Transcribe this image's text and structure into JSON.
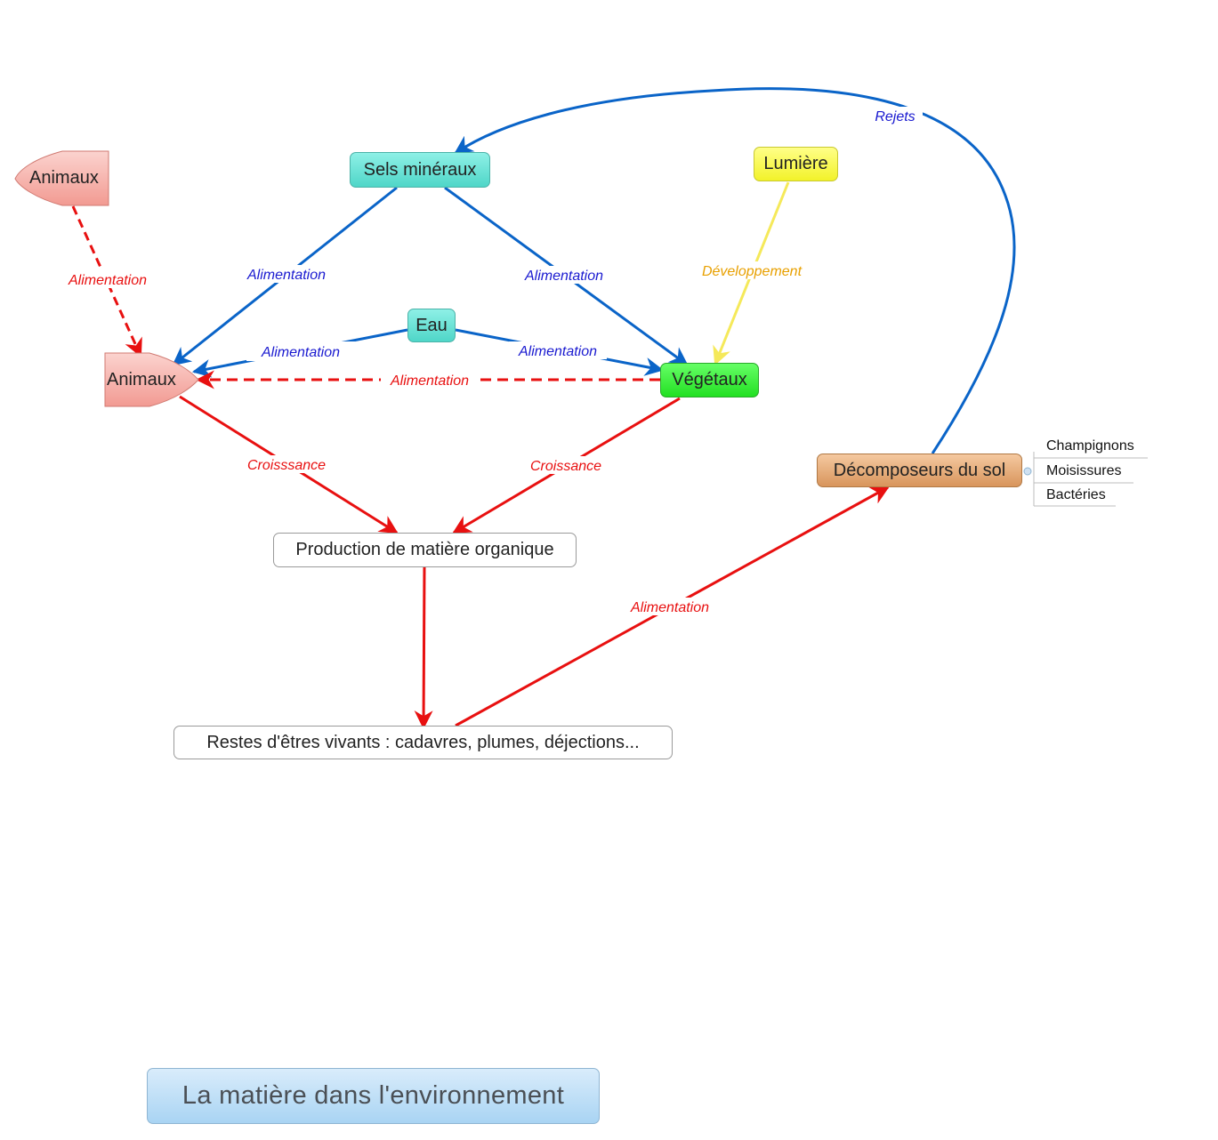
{
  "title": "La matière dans l'environnement",
  "nodes": {
    "animaux_top": "Animaux",
    "animaux_main": "Animaux",
    "sels": "Sels minéraux",
    "eau": "Eau",
    "lumiere": "Lumière",
    "vegetaux": "Végétaux",
    "decomposeurs": "Décomposeurs du sol",
    "production": "Production de matière organique",
    "restes": "Restes d'êtres vivants : cadavres, plumes, déjections..."
  },
  "decomposeurs_children": [
    "Champignons",
    "Moisissures",
    "Bactéries"
  ],
  "edge_labels": {
    "animaux_top_to_animaux": "Alimentation",
    "sels_to_animaux": "Alimentation",
    "sels_to_vegetaux": "Alimentation",
    "eau_to_animaux": "Alimentation",
    "eau_to_vegetaux": "Alimentation",
    "vegetaux_to_animaux": "Alimentation",
    "lumiere_to_vegetaux": "Développement",
    "decomposeurs_to_sels": "Rejets",
    "animaux_to_production": "Croisssance",
    "vegetaux_to_production": "Croissance",
    "restes_to_decomposeurs": "Alimentation"
  },
  "colors": {
    "blue": "#0a64c8",
    "red": "#e81010",
    "yellow": "#f5e95a",
    "blue_label": "#1a1ad0",
    "red_label": "#e81010",
    "orange_label": "#e8a000"
  }
}
